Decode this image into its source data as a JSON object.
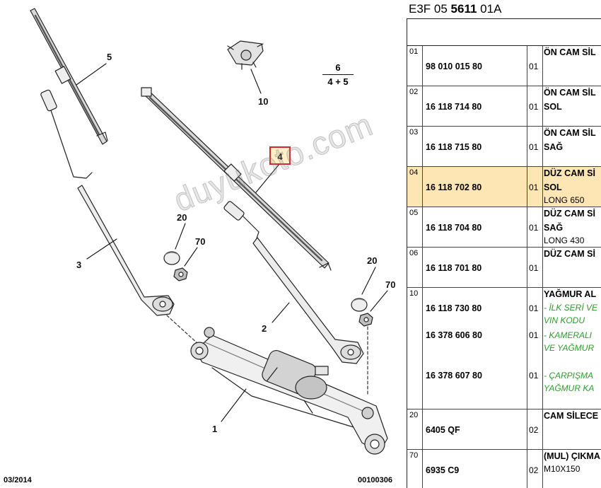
{
  "diagram": {
    "callouts": [
      "1",
      "2",
      "3",
      "4",
      "5",
      "10",
      "20",
      "70",
      "20",
      "70"
    ],
    "fraction": {
      "top": "6",
      "bottom": "4 + 5"
    },
    "footer_left": "03/2014",
    "footer_right": "00100306",
    "watermark": "duyukoto.com"
  },
  "sheet": {
    "title_prefix": "E3F 05 ",
    "title_bold": "5611",
    "title_suffix": " 01A",
    "rows": [
      {
        "ref": "01",
        "pn": "98 010 015 80",
        "qty": "01",
        "desc": "ÖN CAM SİL"
      },
      {
        "ref": "02",
        "pn": "16 118 714 80",
        "qty": "01",
        "desc": "ÖN CAM SİL",
        "sub": "SOL"
      },
      {
        "ref": "03",
        "pn": "16 118 715 80",
        "qty": "01",
        "desc": "ÖN CAM SİL",
        "sub": "SAĞ"
      },
      {
        "ref": "04",
        "pn": "16 118 702 80",
        "qty": "01",
        "desc": "DÜZ CAM Sİ",
        "sub": "SOL",
        "sub2": "LONG 650",
        "selected": true
      },
      {
        "ref": "05",
        "pn": "16 118 704 80",
        "qty": "01",
        "desc": "DÜZ CAM Sİ",
        "sub": "SAĞ",
        "sub2": "LONG 430"
      },
      {
        "ref": "06",
        "pn": "16 118 701 80",
        "qty": "01",
        "desc": "DÜZ CAM Sİ"
      },
      {
        "ref": "10",
        "desc": "YAĞMUR AL",
        "items": [
          {
            "pn": "16 118 730 80",
            "qty": "01",
            "note1": "- İLK SERİ VE",
            "note2": "VIN KODU"
          },
          {
            "pn": "16 378 606 80",
            "qty": "01",
            "note1": "- KAMERALI",
            "note2": "VE YAĞMUR"
          },
          {
            "pn": "16 378 607 80",
            "qty": "01",
            "note1": "- ÇARPIŞMA",
            "note2": "YAĞMUR KA"
          }
        ]
      },
      {
        "ref": "20",
        "pn": "6405 QF",
        "qty": "02",
        "desc": "CAM SİLECE"
      },
      {
        "ref": "70",
        "pn": "6935 C9",
        "qty": "02",
        "desc": "(MUL) ÇIKMA",
        "sub": "M10X150"
      }
    ]
  }
}
